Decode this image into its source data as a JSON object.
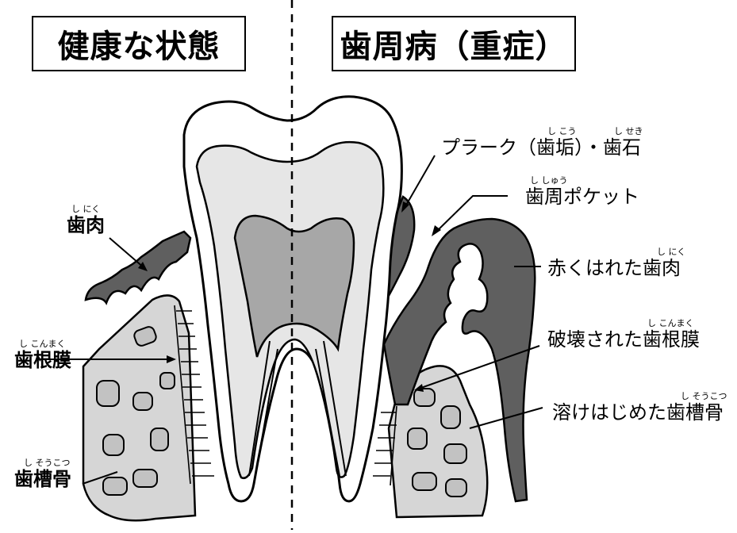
{
  "titles": {
    "healthy": "健康な状態",
    "disease": "歯周病（重症）"
  },
  "labels": {
    "gum_left": {
      "ruby": "し にく",
      "text": "歯肉"
    },
    "pdl_left": {
      "ruby": "し こんまく",
      "text": "歯根膜"
    },
    "bone_left": {
      "ruby": "し そうこつ",
      "text": "歯槽骨"
    },
    "plaque": {
      "ruby_a": "し こう",
      "ruby_b": "し せき",
      "text": "プラーク（歯垢）・歯石"
    },
    "pocket": {
      "ruby": "し しゅう",
      "text": "歯周ポケット"
    },
    "red_gum": {
      "ruby": "し にく",
      "text": "赤くはれた歯肉"
    },
    "broken_pdl": {
      "ruby": "し こんまく",
      "text": "破壊された歯根膜"
    },
    "melting_bone": {
      "ruby": "し そうこつ",
      "text": "溶けはじめた歯槽骨"
    }
  },
  "colors": {
    "gum": "#5f5f5f",
    "bone": "#d6d6d6",
    "pulp": "#a7a7a7",
    "dentin": "#e6e6e6",
    "enamel": "#ffffff",
    "outline": "#000000"
  }
}
